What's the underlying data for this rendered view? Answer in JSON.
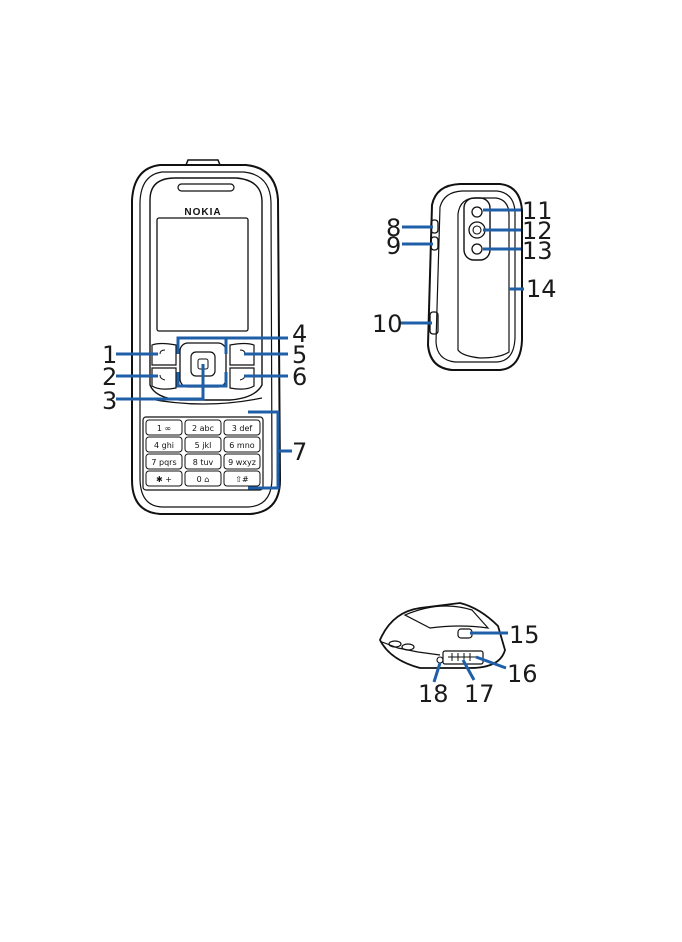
{
  "phone_front": {
    "brand": "NOKIA",
    "keys": [
      "1 ∞",
      "2 abc",
      "3 def",
      "4 ghi",
      "5 jkl",
      "6 mno",
      "7 pqrs",
      "8 tuv",
      "9 wxyz",
      "✱ +",
      "0 ⌂",
      "⇧#"
    ]
  },
  "callouts": {
    "c1": "1",
    "c2": "2",
    "c3": "3",
    "c4": "4",
    "c5": "5",
    "c6": "6",
    "c7": "7",
    "c8": "8",
    "c9": "9",
    "c10": "10",
    "c11": "11",
    "c12": "12",
    "c13": "13",
    "c14": "14",
    "c15": "15",
    "c16": "16",
    "c17": "17",
    "c18": "18"
  },
  "colors": {
    "leader": "#1f5fa8",
    "outline": "#111111"
  }
}
